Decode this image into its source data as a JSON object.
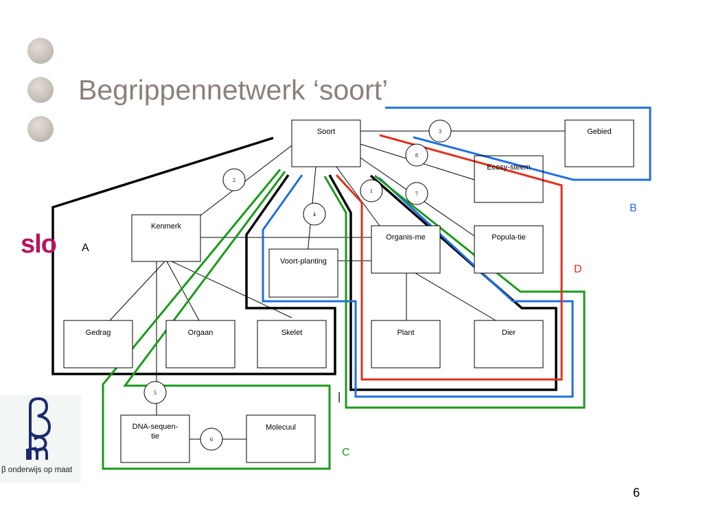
{
  "title": "Begrippennetwerk ‘soort’",
  "page_number": "6",
  "logos": {
    "slo": "slo",
    "beta_caption": "β onderwijs op maat"
  },
  "nodes": {
    "soort": "Soort",
    "gebied": "Gebied",
    "ecosysteem": "Ecosy-steem",
    "kenmerk": "Kenmerk",
    "voortplanting": "Voort-planting",
    "organisme": "Organis-me",
    "populatie": "Popula-tie",
    "gedrag": "Gedrag",
    "orgaan": "Orgaan",
    "skelet": "Skelet",
    "plant": "Plant",
    "dier": "Dier",
    "dna": [
      "DNA-sequen-",
      "tie"
    ],
    "molecuul": "Molecuul"
  },
  "link_numbers": [
    "1",
    "2",
    "3",
    "4",
    "5",
    "6",
    "7",
    "8"
  ],
  "groups": {
    "A": {
      "label": "A",
      "color": "#000000"
    },
    "B": {
      "label": "B",
      "color": "#1f6fe0"
    },
    "C": {
      "label": "C",
      "color": "#1a9a1a"
    },
    "D": {
      "label": "D",
      "color": "#e0301a"
    }
  },
  "stray_mark": "|"
}
